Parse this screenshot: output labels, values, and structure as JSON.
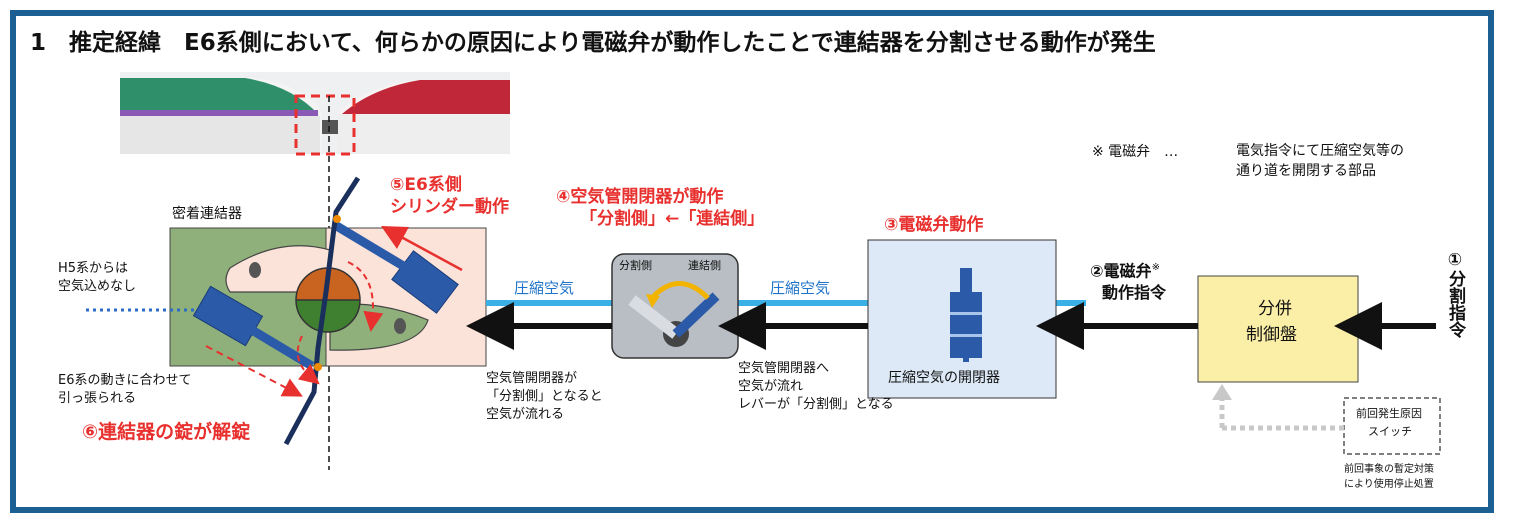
{
  "title": "1　推定経緯　E6系側において、何らかの原因により電磁弁が動作したことで連結器を分割させる動作が発生",
  "note": {
    "mark": "※ 電磁弁　…",
    "line1": "電気指令にて圧縮空気等の",
    "line2": "通り道を開閉する部品"
  },
  "coupler": {
    "label": "密着連結器",
    "h5_note_line1": "H5系からは",
    "h5_note_line2": "空気込めなし",
    "e6_note_line1": "E6系の動きに合わせて",
    "e6_note_line2": "引っ張られる"
  },
  "steps": {
    "s1": "①分割指令",
    "s2_line1": "②電磁弁",
    "s2_sup": "※",
    "s2_line2": "動作指令",
    "s3": "③電磁弁動作",
    "s4_line1": "④空気管開閉器が動作",
    "s4_line2": "「分割側」←「連結側」",
    "s5_line1": "⑤E6系側",
    "s5_line2": "シリンダー動作",
    "s6": "⑥連結器の錠が解錠"
  },
  "pipe_label": "圧縮空気",
  "switch_box": {
    "left_label": "分割側",
    "right_label": "連結側"
  },
  "valve_box": {
    "label": "圧縮空気の開閉器"
  },
  "control_box": {
    "line1": "分併",
    "line2": "制御盤"
  },
  "captions": {
    "mid_line1": "空気管開閉器が",
    "mid_line2": "「分割側」となると",
    "mid_line3": "空気が流れる",
    "right_line1": "空気管開閉器へ",
    "right_line2": "空気が流れ",
    "right_line3": "レバーが「分割側」となる"
  },
  "switch_note": {
    "box_line1": "前回発生原因",
    "box_line2": "スイッチ",
    "below_line1": "前回事象の暫定対策",
    "below_line2": "により使用停止処置"
  },
  "colors": {
    "frame": "#1b5f93",
    "accent_red": "#e8312f",
    "pipe_blue": "#3ab0e6",
    "control_fill": "#fbeea6",
    "coupler_green": "#8fb07a",
    "coupler_pink": "#fbe3d9"
  }
}
